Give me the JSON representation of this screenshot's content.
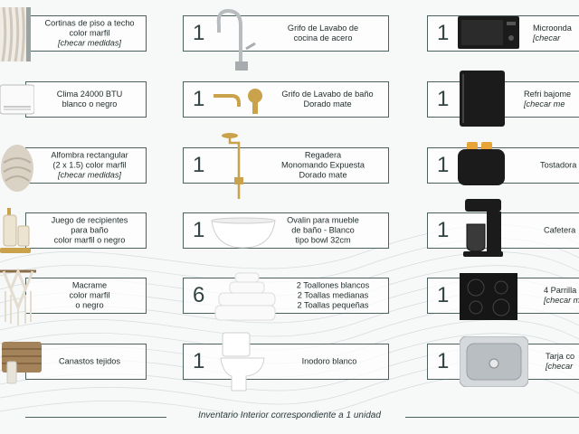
{
  "column1": [
    {
      "label": "Cortinas de piso a techo\ncolor marfil",
      "note": "[checar medidas]",
      "icon": "curtains-icon"
    },
    {
      "label": "Clima 24000 BTU\nblanco o negro",
      "note": "",
      "icon": "air-conditioner-icon"
    },
    {
      "label": "Alfombra rectangular\n(2 x 1.5) color marfil",
      "note": "[checar medidas]",
      "icon": "rug-icon"
    },
    {
      "label": "Juego de recipientes\npara baño\ncolor marfil o negro",
      "note": "",
      "icon": "bath-set-icon"
    },
    {
      "label": "Macrame\ncolor marfil\no negro",
      "note": "",
      "icon": "macrame-icon"
    },
    {
      "label": "Canastos tejidos",
      "note": "",
      "icon": "woven-baskets-icon"
    }
  ],
  "column2": [
    {
      "qty": "1",
      "label": "Grifo de Lavabo de\ncocina de acero",
      "icon": "kitchen-faucet-icon"
    },
    {
      "qty": "1",
      "label": "Grifo de Lavabo de baño\nDorado mate",
      "icon": "bathroom-faucet-icon"
    },
    {
      "qty": "1",
      "label": "Regadera\nMonomando Expuesta\nDorado mate",
      "icon": "shower-icon"
    },
    {
      "qty": "1",
      "label": "Ovalin para mueble\nde baño - Blanco\ntipo bowl 32cm",
      "icon": "vessel-sink-icon"
    },
    {
      "qty": "6",
      "label": "2 Toallones blancos\n2 Toallas medianas\n2 Toallas pequeñas",
      "icon": "towels-icon"
    },
    {
      "qty": "1",
      "label": "Inodoro blanco",
      "icon": "toilet-icon"
    }
  ],
  "column3": [
    {
      "qty": "1",
      "label": "Microonda",
      "note": "[checar",
      "icon": "microwave-icon"
    },
    {
      "qty": "1",
      "label": "Refri bajome",
      "note": "[checar me",
      "icon": "mini-fridge-icon"
    },
    {
      "qty": "1",
      "label": "Tostadora",
      "note": "",
      "icon": "toaster-icon"
    },
    {
      "qty": "1",
      "label": "Cafetera",
      "note": "",
      "icon": "coffee-maker-icon"
    },
    {
      "qty": "1",
      "label": "4 Parrilla",
      "note": "[checar m",
      "icon": "cooktop-icon"
    },
    {
      "qty": "1",
      "label": "Tarja co",
      "note": "[checar",
      "icon": "kitchen-sink-icon"
    }
  ],
  "footer": "Inventario Interior correspondiente a 1 unidad",
  "colors": {
    "border": "#4b6160",
    "gold": "#c9a24b",
    "black": "#1b1b1b"
  }
}
